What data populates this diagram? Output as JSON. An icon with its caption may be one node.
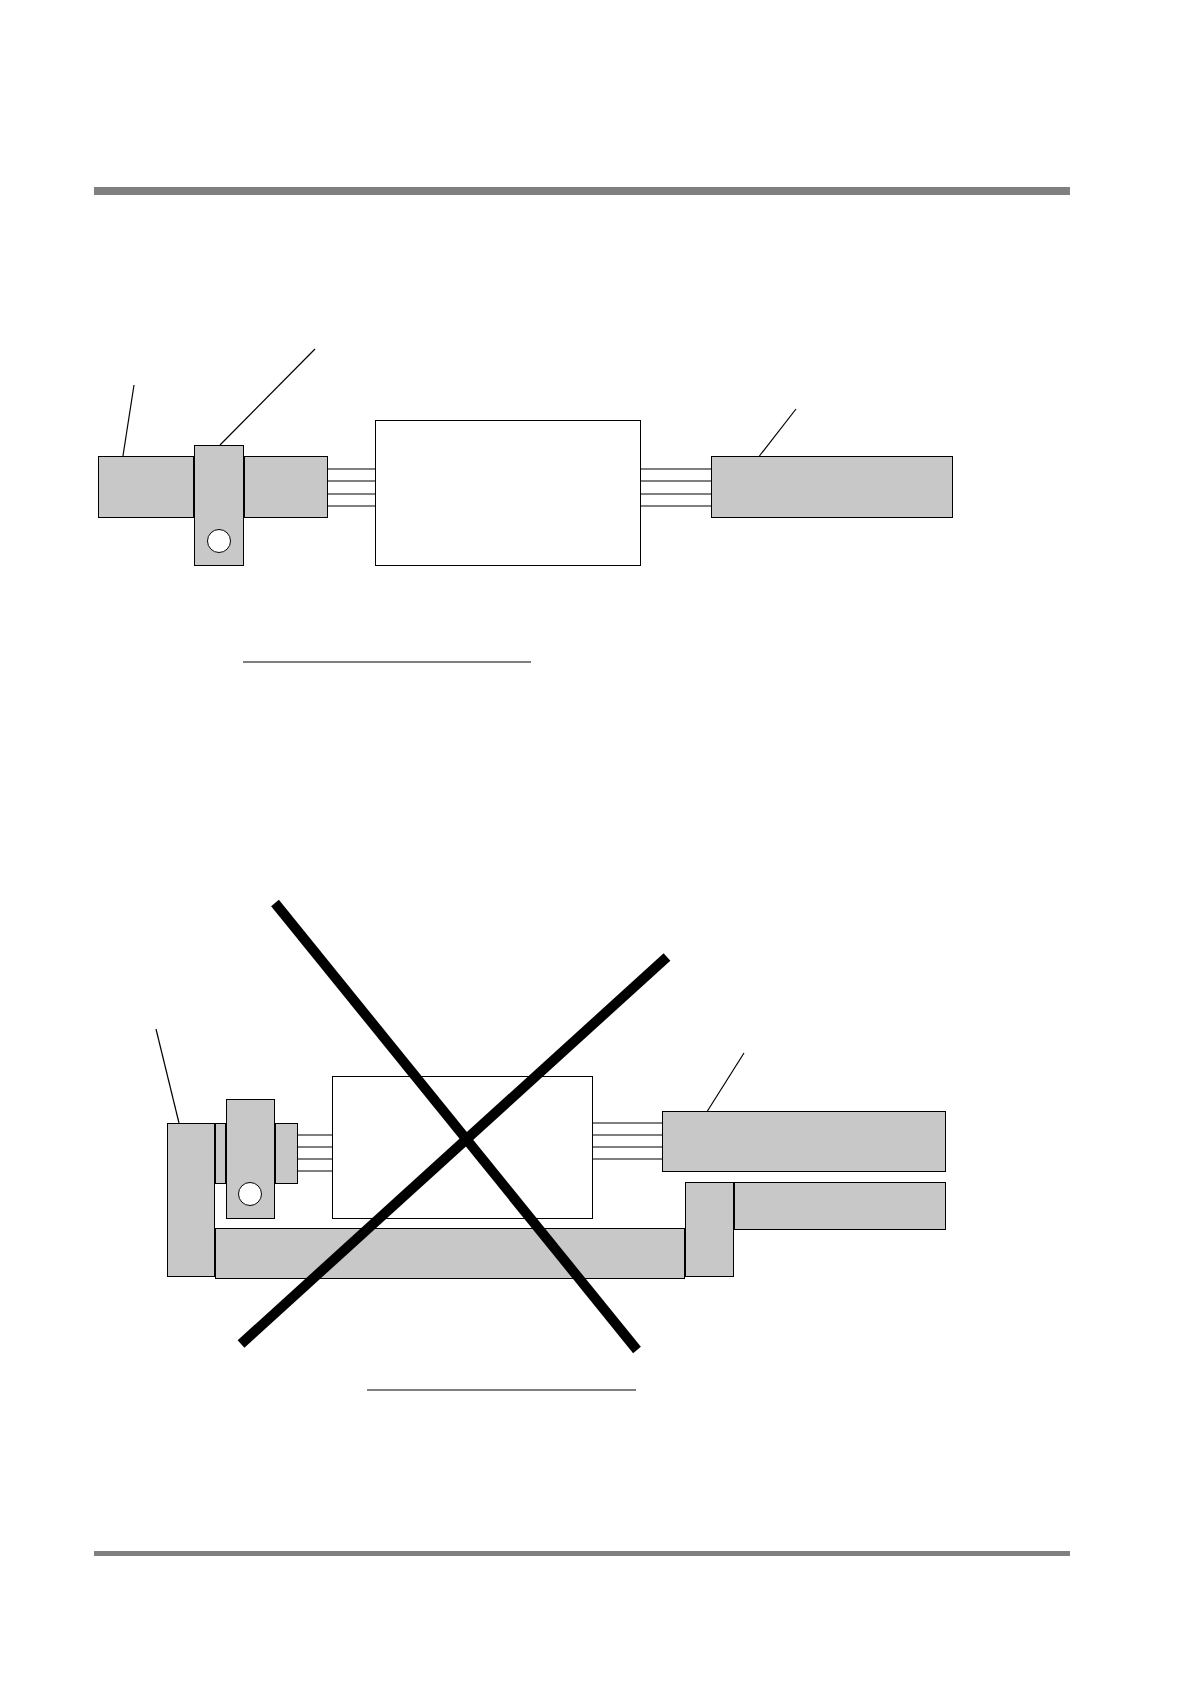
{
  "diagram": {
    "nodes": [
      {
        "text": [],
        "shape": "bar"
      },
      {
        "text": [],
        "shape": "bar"
      },
      {
        "text": [],
        "shape": "block"
      },
      {
        "text": [],
        "shape": "box"
      },
      {
        "text": [],
        "shape": "bar"
      },
      {
        "text": [],
        "shape": "block"
      },
      {
        "text": [],
        "shape": "block"
      },
      {
        "text": [],
        "shape": "block"
      },
      {
        "text": [],
        "shape": "block"
      },
      {
        "text": [],
        "shape": "box"
      },
      {
        "text": [],
        "shape": "bar"
      },
      {
        "text": [],
        "shape": "bar"
      },
      {
        "text": [],
        "shape": "block"
      },
      {
        "text": [],
        "shape": "bar"
      }
    ],
    "edges": [
      {
        "from": null,
        "to": 0,
        "arrow": "none"
      },
      {
        "from": null,
        "to": 2,
        "arrow": "none"
      },
      {
        "from": null,
        "to": 4,
        "arrow": "none"
      },
      {
        "from": 1,
        "to": 3,
        "arrow": "none"
      },
      {
        "from": 1,
        "to": 3,
        "arrow": "none"
      },
      {
        "from": 1,
        "to": 3,
        "arrow": "none"
      },
      {
        "from": 1,
        "to": 3,
        "arrow": "none"
      },
      {
        "from": 3,
        "to": 4,
        "arrow": "none"
      },
      {
        "from": 3,
        "to": 4,
        "arrow": "none"
      },
      {
        "from": 3,
        "to": 4,
        "arrow": "none"
      },
      {
        "from": 3,
        "to": 4,
        "arrow": "none"
      },
      {
        "from": null,
        "to": 5,
        "arrow": "none"
      },
      {
        "from": null,
        "to": 10,
        "arrow": "none"
      },
      {
        "from": 7,
        "to": 9,
        "arrow": "none"
      },
      {
        "from": 7,
        "to": 9,
        "arrow": "none"
      },
      {
        "from": 7,
        "to": 9,
        "arrow": "none"
      },
      {
        "from": 7,
        "to": 9,
        "arrow": "none"
      },
      {
        "from": 9,
        "to": 10,
        "arrow": "none"
      },
      {
        "from": 9,
        "to": 10,
        "arrow": "none"
      },
      {
        "from": 9,
        "to": 10,
        "arrow": "none"
      },
      {
        "from": 9,
        "to": 10,
        "arrow": "none"
      }
    ]
  }
}
